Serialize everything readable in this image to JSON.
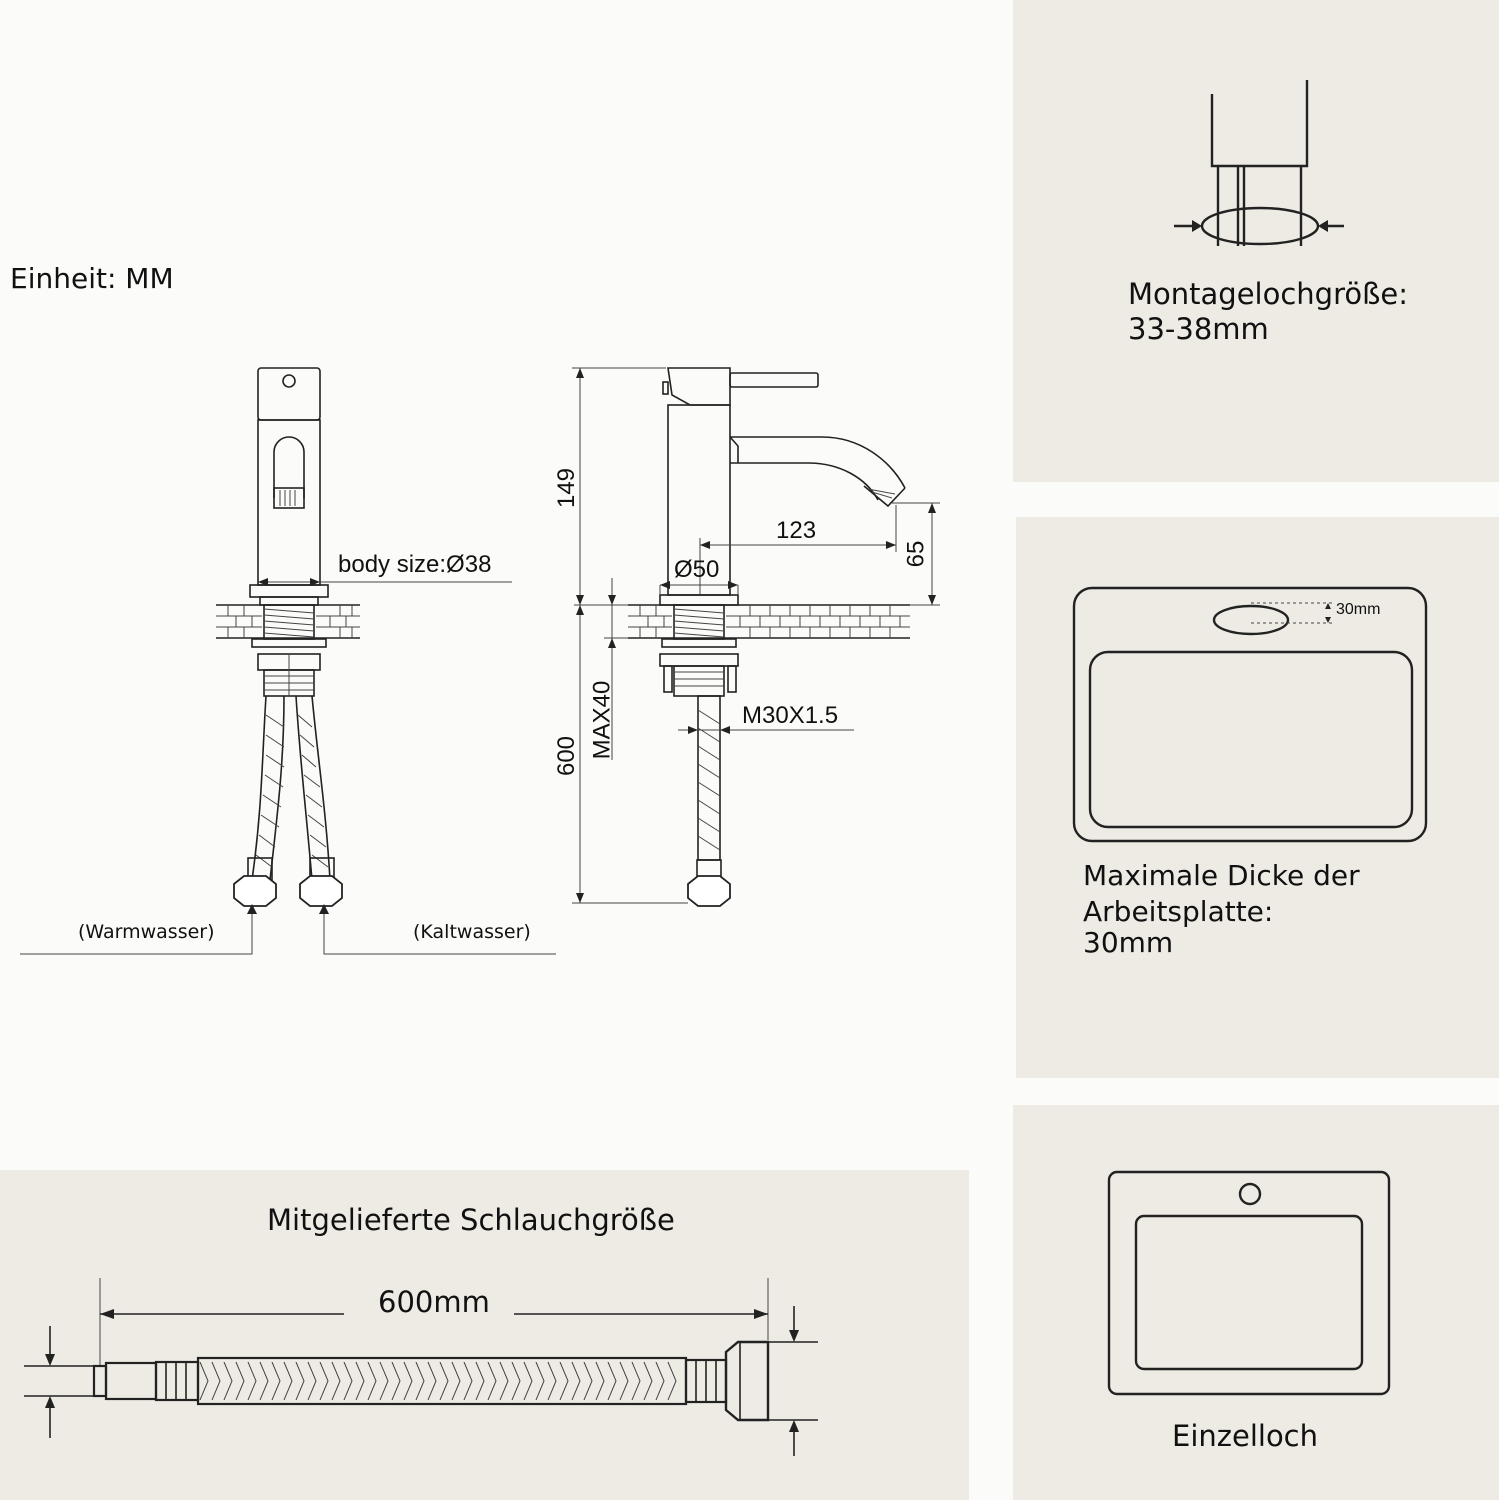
{
  "unit_label": "Einheit: MM",
  "front_view": {
    "body_size": "body size:Ø38",
    "warm_label": "(Warmwasser)",
    "cold_label": "(Kaltwasser)"
  },
  "side_view": {
    "height": "149",
    "reach": "123",
    "spout_height": "65",
    "base_diameter": "Ø50",
    "max_thickness": "MAX40",
    "hose_length": "600",
    "thread": "M30X1.5"
  },
  "mount_hole": {
    "label": "Montagelochgröße:",
    "value": "33-38mm"
  },
  "countertop": {
    "annotation": "30mm",
    "label_line1": "Maximale Dicke der",
    "label_line2": "Arbeitsplatte:",
    "value": "30mm"
  },
  "single_hole": {
    "label": "Einzelloch"
  },
  "hose": {
    "title": "Mitgelieferte Schlauchgröße",
    "length": "600mm"
  },
  "colors": {
    "panel": "#eeebe4",
    "background": "#fbfbf9",
    "line": "#222222"
  }
}
